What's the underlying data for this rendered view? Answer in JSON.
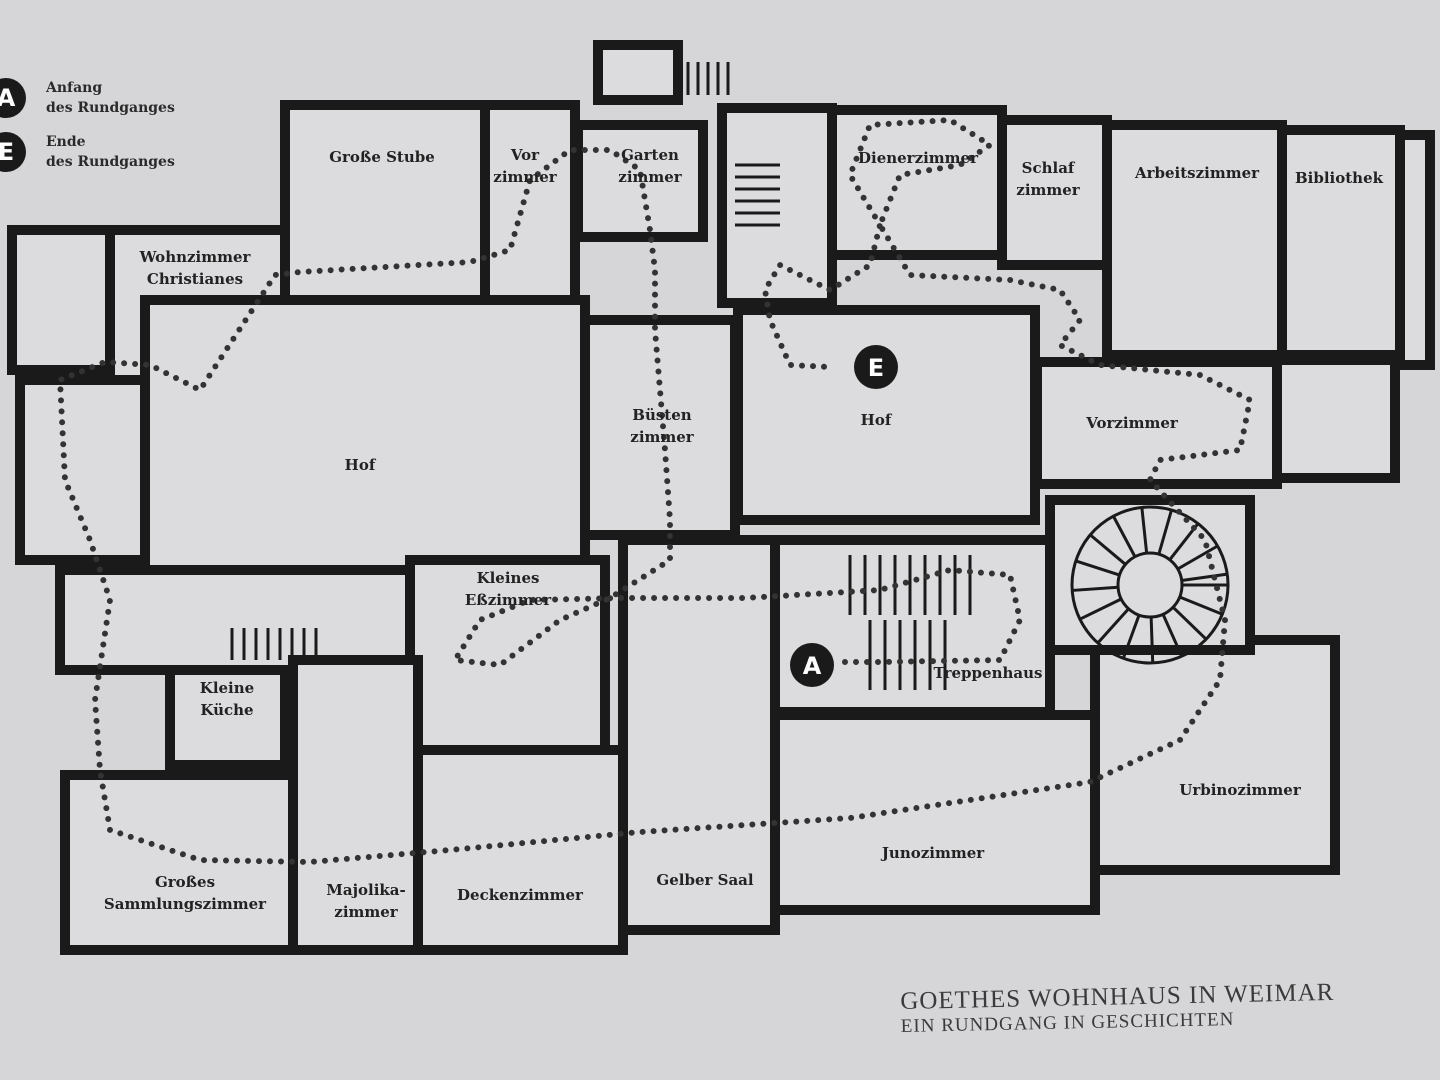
{
  "legend": {
    "start": {
      "badge": "A",
      "line1": "Anfang",
      "line2": "des Rundganges"
    },
    "end": {
      "badge": "E",
      "line1": "Ende",
      "line2": "des Rundganges"
    }
  },
  "rooms": [
    {
      "id": "grosse-stube",
      "lines": [
        "Große Stube"
      ]
    },
    {
      "id": "vorzimmer-top",
      "lines": [
        "Vor",
        "zimmer"
      ]
    },
    {
      "id": "gartenzimmer",
      "lines": [
        "Garten",
        "zimmer"
      ]
    },
    {
      "id": "dienerzimmer",
      "lines": [
        "Dienerzimmer"
      ]
    },
    {
      "id": "schlafzimmer",
      "lines": [
        "Schlaf",
        "zimmer"
      ]
    },
    {
      "id": "arbeitszimmer",
      "lines": [
        "Arbeitszimmer"
      ]
    },
    {
      "id": "bibliothek",
      "lines": [
        "Bibliothek"
      ]
    },
    {
      "id": "wohnzimmer-christianes",
      "lines": [
        "Wohnzimmer",
        "Christianes"
      ]
    },
    {
      "id": "hof-left",
      "lines": [
        "Hof"
      ]
    },
    {
      "id": "buestenzimmer",
      "lines": [
        "Büsten",
        "zimmer"
      ]
    },
    {
      "id": "hof-right",
      "lines": [
        "Hof"
      ]
    },
    {
      "id": "vorzimmer-right",
      "lines": [
        "Vorzimmer"
      ]
    },
    {
      "id": "kleines-esszimmer",
      "lines": [
        "Kleines",
        "Eßzimmer"
      ]
    },
    {
      "id": "treppenhaus",
      "lines": [
        "Treppenhaus"
      ]
    },
    {
      "id": "kleine-kueche",
      "lines": [
        "Kleine",
        "Küche"
      ]
    },
    {
      "id": "urbinozimmer",
      "lines": [
        "Urbinozimmer"
      ]
    },
    {
      "id": "junozimmer",
      "lines": [
        "Junozimmer"
      ]
    },
    {
      "id": "grosses-sammlungszimmer",
      "lines": [
        "Großes",
        "Sammlungszimmer"
      ]
    },
    {
      "id": "majolikazimmer",
      "lines": [
        "Majolika-",
        "zimmer"
      ]
    },
    {
      "id": "deckenzimmer",
      "lines": [
        "Deckenzimmer"
      ]
    },
    {
      "id": "gelber-saal",
      "lines": [
        "Gelber Saal"
      ]
    }
  ],
  "markers": {
    "start": "A",
    "end": "E"
  },
  "caption": {
    "title": "GOETHES WOHNHAUS IN WEIMAR",
    "subtitle": "EIN RUNDGANG IN GESCHICHTEN"
  },
  "colors": {
    "wall": "#1a1a1a",
    "room": "#dcdcdf",
    "page": "#d6d6d9"
  }
}
